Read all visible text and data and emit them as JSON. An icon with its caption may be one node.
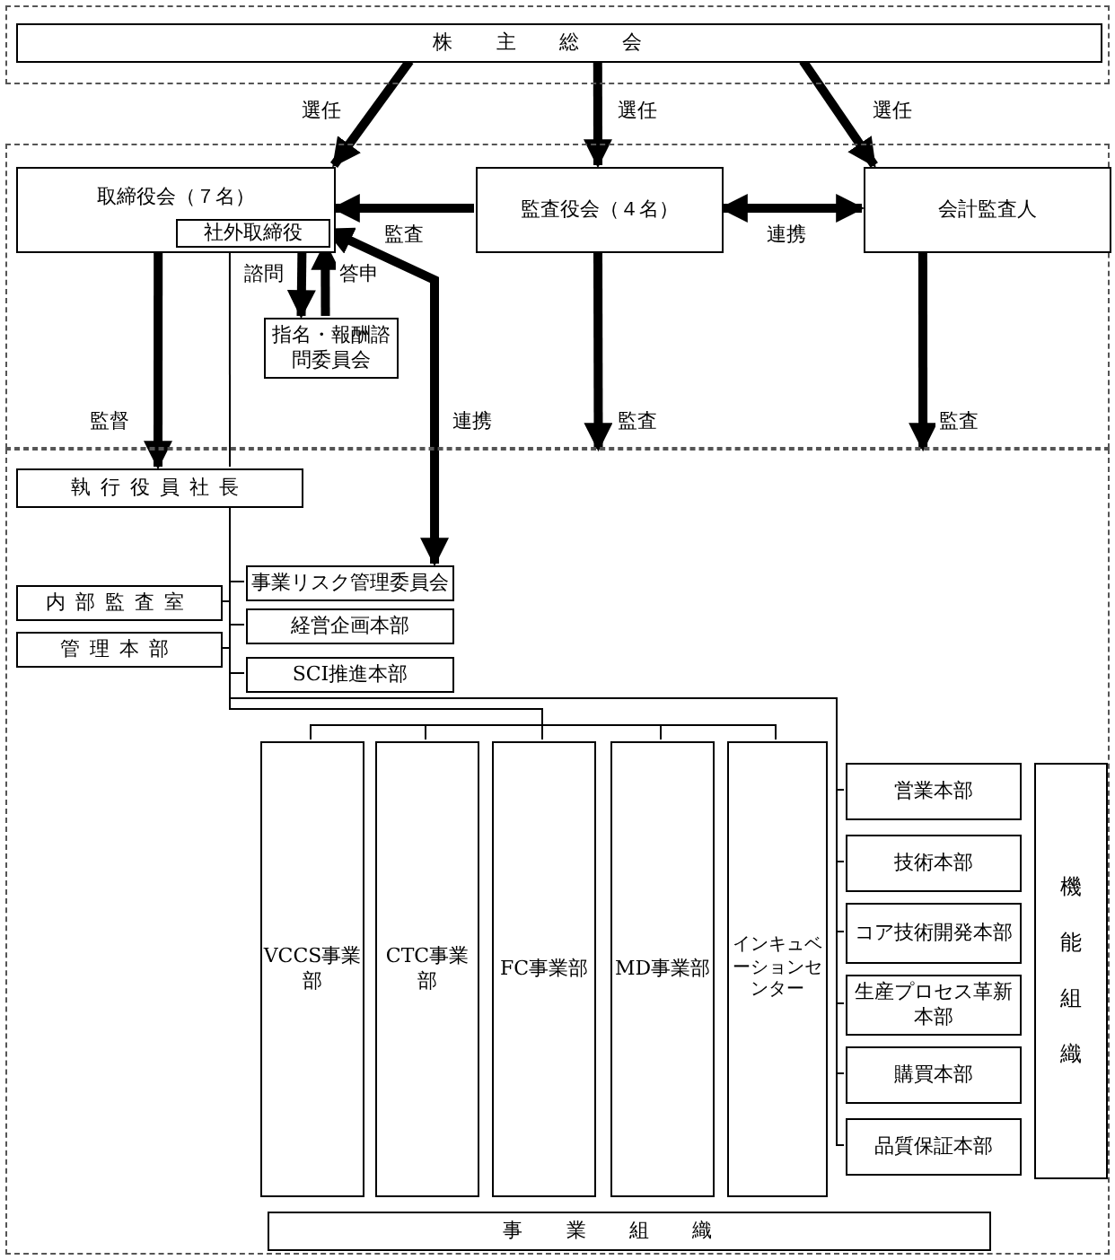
{
  "diagram": {
    "nodes": [
      {
        "text": [],
        "shape": "box"
      },
      {
        "text": [
          "株主総会"
        ],
        "in": 0
      },
      {
        "text": [],
        "shape": "box"
      },
      {
        "text": [
          "取締役会（７名）"
        ],
        "in": 2
      },
      {
        "text": [
          "社外取締役"
        ],
        "in": 3
      },
      {
        "text": [
          "監査役会（４名）"
        ],
        "in": 2
      },
      {
        "text": [
          "会計監査人"
        ],
        "in": 2
      },
      {
        "text": [
          "指名・報酬諮問委員会"
        ],
        "in": 2
      },
      {
        "text": [],
        "shape": "box"
      },
      {
        "text": [
          "執行役員社長"
        ],
        "in": 8
      },
      {
        "text": [
          "事業リスク管理委員会"
        ],
        "in": 8
      },
      {
        "text": [
          "内部監査室"
        ],
        "in": 8
      },
      {
        "text": [
          "管理本部"
        ],
        "in": 8
      },
      {
        "text": [
          "経営企画本部"
        ],
        "in": 8
      },
      {
        "text": [
          "SCI推進本部"
        ],
        "in": 8
      },
      {
        "text": [
          "VCCS事業部"
        ],
        "in": 8
      },
      {
        "text": [
          "CTC事業部"
        ],
        "in": 8
      },
      {
        "text": [
          "FC事業部"
        ],
        "in": 8
      },
      {
        "text": [
          "MD事業部"
        ],
        "in": 8
      },
      {
        "text": [
          "インキュベーションセンター"
        ],
        "in": 8
      },
      {
        "text": [
          "営業本部"
        ],
        "in": 8
      },
      {
        "text": [
          "技術本部"
        ],
        "in": 8
      },
      {
        "text": [
          "コア技術開発本部"
        ],
        "in": 8
      },
      {
        "text": [
          "生産プロセス革新本部"
        ],
        "in": 8
      },
      {
        "text": [
          "購買本部"
        ],
        "in": 8
      },
      {
        "text": [
          "品質保証本部"
        ],
        "in": 8
      },
      {
        "text": [
          "機能組織"
        ],
        "in": 8
      },
      {
        "text": [
          "事業組織"
        ],
        "in": 8
      }
    ],
    "edges": [
      {
        "from": 1,
        "to": 3,
        "arrow": "to",
        "label": "選任",
        "style": "thick"
      },
      {
        "from": 1,
        "to": 5,
        "arrow": "to",
        "label": "選任",
        "style": "thick"
      },
      {
        "from": 1,
        "to": 6,
        "arrow": "to",
        "label": "選任",
        "style": "thick"
      },
      {
        "from": 5,
        "to": 3,
        "arrow": "to",
        "label": "監査",
        "style": "thick"
      },
      {
        "from": 5,
        "to": 6,
        "arrow": "both",
        "label": "連携",
        "style": "thick"
      },
      {
        "from": 4,
        "to": 7,
        "arrow": "to",
        "label": "諮問",
        "style": "thick"
      },
      {
        "from": 7,
        "to": 4,
        "arrow": "to",
        "label": "答申",
        "style": "thick"
      },
      {
        "from": 3,
        "to": 9,
        "arrow": "to",
        "label": "監督",
        "style": "thick"
      },
      {
        "from": 4,
        "to": 10,
        "arrow": "both",
        "label": "連携",
        "style": "thick"
      },
      {
        "from": 5,
        "to": 8,
        "arrow": "to",
        "label": "監査",
        "style": "thick"
      },
      {
        "from": 6,
        "to": 8,
        "arrow": "to",
        "label": "監査",
        "style": "thick"
      },
      {
        "from": 3,
        "to": 9,
        "arrow": "none"
      },
      {
        "from": 9,
        "to": 10,
        "arrow": "none"
      },
      {
        "from": 9,
        "to": 11,
        "arrow": "none"
      },
      {
        "from": 9,
        "to": 12,
        "arrow": "none"
      },
      {
        "from": 9,
        "to": 13,
        "arrow": "none"
      },
      {
        "from": 9,
        "to": 14,
        "arrow": "none"
      },
      {
        "from": 9,
        "to": 15,
        "arrow": "none"
      },
      {
        "from": 9,
        "to": 16,
        "arrow": "none"
      },
      {
        "from": 9,
        "to": 17,
        "arrow": "none"
      },
      {
        "from": 9,
        "to": 18,
        "arrow": "none"
      },
      {
        "from": 9,
        "to": 19,
        "arrow": "none"
      },
      {
        "from": 9,
        "to": 20,
        "arrow": "none"
      },
      {
        "from": 9,
        "to": 21,
        "arrow": "none"
      },
      {
        "from": 9,
        "to": 22,
        "arrow": "none"
      },
      {
        "from": 9,
        "to": 23,
        "arrow": "none"
      },
      {
        "from": 9,
        "to": 24,
        "arrow": "none"
      },
      {
        "from": 9,
        "to": 25,
        "arrow": "none"
      }
    ]
  }
}
